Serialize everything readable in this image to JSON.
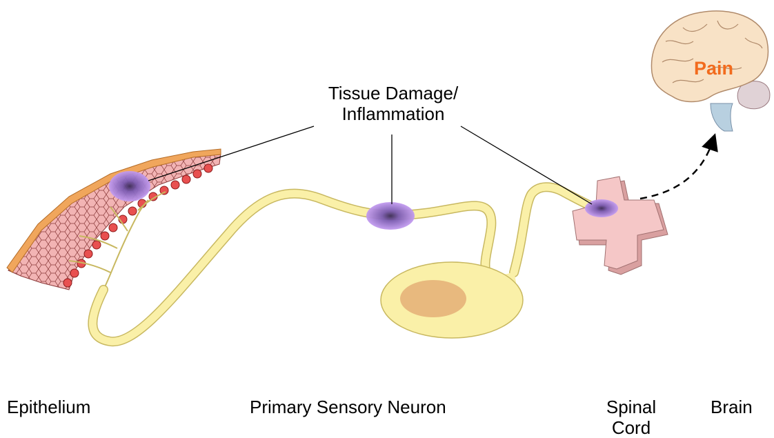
{
  "callout": {
    "line1": "Tissue Damage/",
    "line2": "Inflammation"
  },
  "brain_label": "Pain",
  "captions": {
    "epithelium": "Epithelium",
    "primary_sensory_neuron": "Primary Sensory Neuron",
    "spinal_cord_line1": "Spinal",
    "spinal_cord_line2": "Cord",
    "brain": "Brain"
  },
  "colors": {
    "neuron_fill": "#faf0a8",
    "neuron_stroke": "#c8b860",
    "soma_nucleus": "#e8b97e",
    "inflammation": "#b88ae8",
    "skin_orange": "#f0a65c",
    "skin_tissue": "#f2b8b8",
    "spinal_cord": "#f5c7c7",
    "pain_text": "#f26b1d"
  }
}
